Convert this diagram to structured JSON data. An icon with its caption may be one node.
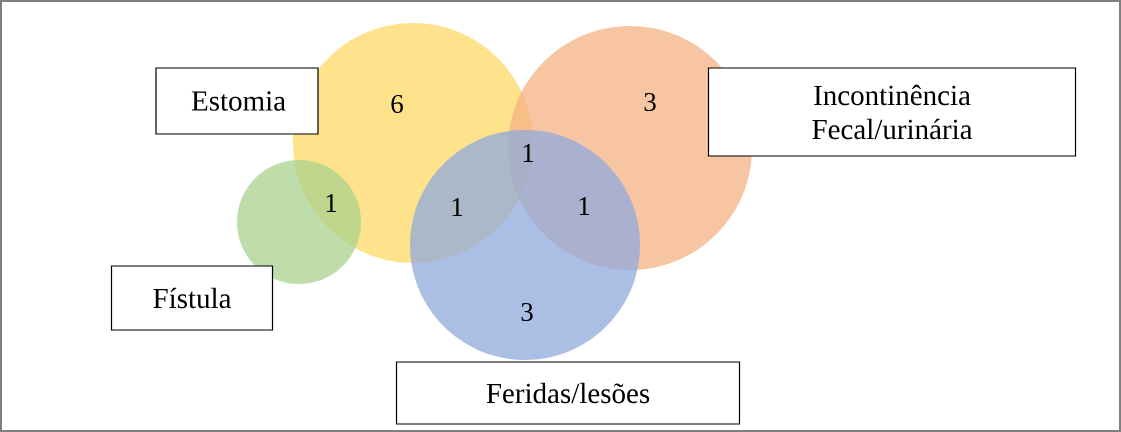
{
  "diagram": {
    "nodes": [
      {
        "text": [
          "Estomia"
        ]
      },
      {
        "text": [
          "Incontinência Fecal/urinária"
        ]
      },
      {
        "text": [
          "Fístula"
        ]
      },
      {
        "text": [
          "Feridas/lesões"
        ]
      },
      {
        "text": [],
        "shape": "circle"
      },
      {
        "text": [],
        "shape": "circle"
      },
      {
        "text": [],
        "shape": "circle"
      },
      {
        "text": [],
        "shape": "circle"
      }
    ],
    "labels": [
      "6",
      "3",
      "1",
      "1",
      "1",
      "1",
      "3"
    ]
  }
}
